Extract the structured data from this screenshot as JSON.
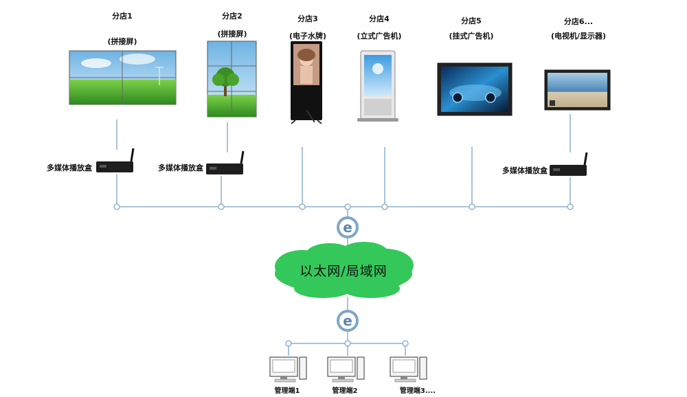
{
  "stores": [
    {
      "name": "分店1",
      "type": "(拼接屏)"
    },
    {
      "name": "分店2",
      "type": "(拼接屏)"
    },
    {
      "name": "分店3",
      "type": "(电子水牌)"
    },
    {
      "name": "分店4",
      "type": "(立式广告机)"
    },
    {
      "name": "分店5",
      "type": "(挂式广告机)"
    },
    {
      "name": "分店6...",
      "type": "(电视机/显示器)"
    }
  ],
  "player_box_label": "多媒体播放盒",
  "network_label": "以太网/局域网",
  "ethernet_icon_glyph": "e",
  "terminals": [
    "管理端1",
    "管理端2",
    "管理端3...."
  ],
  "colors": {
    "line": "#a9c4d6",
    "cloud": "#34c85a",
    "ethernet_ring": "#7fa6c4",
    "grass": "#4caa2e",
    "sky": "#9fd0f0"
  },
  "icons": {
    "player": "media-player-box-icon",
    "ethernet": "ethernet-icon",
    "computer": "computer-icon",
    "cloud": "cloud-icon"
  }
}
